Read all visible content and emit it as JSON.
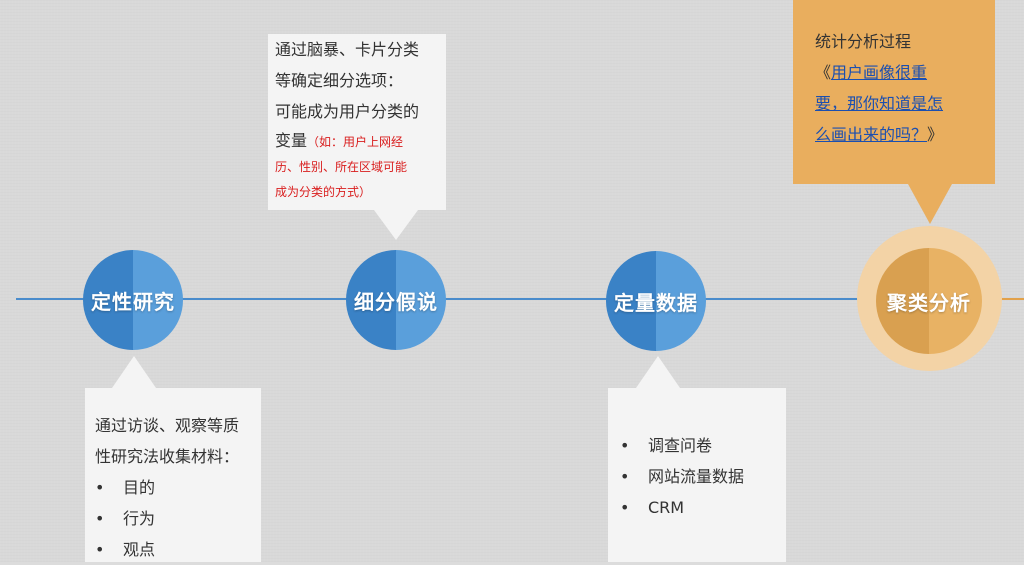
{
  "nodes": {
    "n1": "定性研究",
    "n2": "细分假说",
    "n3": "定量数据",
    "n4": "聚类分析"
  },
  "box1": {
    "lines": [
      "通过访谈、观察等质",
      "性研究法收集材料："
    ],
    "bullets": [
      "目的",
      "行为",
      "观点"
    ]
  },
  "box2": {
    "lines": [
      "通过脑暴、卡片分类",
      "等确定细分选项：",
      "可能成为用户分类的"
    ],
    "last_prefix": "变量",
    "red_lines": [
      "（如：用户上网经",
      "历、性别、所在区域可能",
      "成为分类的方式）"
    ]
  },
  "box3": {
    "bullets": [
      "调查问卷",
      "网站流量数据",
      "CRM"
    ]
  },
  "box4": {
    "title": "统计分析过程",
    "open_bracket": "《",
    "link_lines": [
      "用户画像很重",
      "要，那你知道是怎",
      "么画出来的吗？"
    ],
    "close_bracket": "》"
  },
  "colors": {
    "blue_dark": "#3a82c6",
    "blue_light": "#5a9fdb",
    "orange_dark": "#d9a050",
    "orange_light": "#e8b264",
    "red_text": "#d91e1e",
    "link": "#1b4fb0"
  }
}
